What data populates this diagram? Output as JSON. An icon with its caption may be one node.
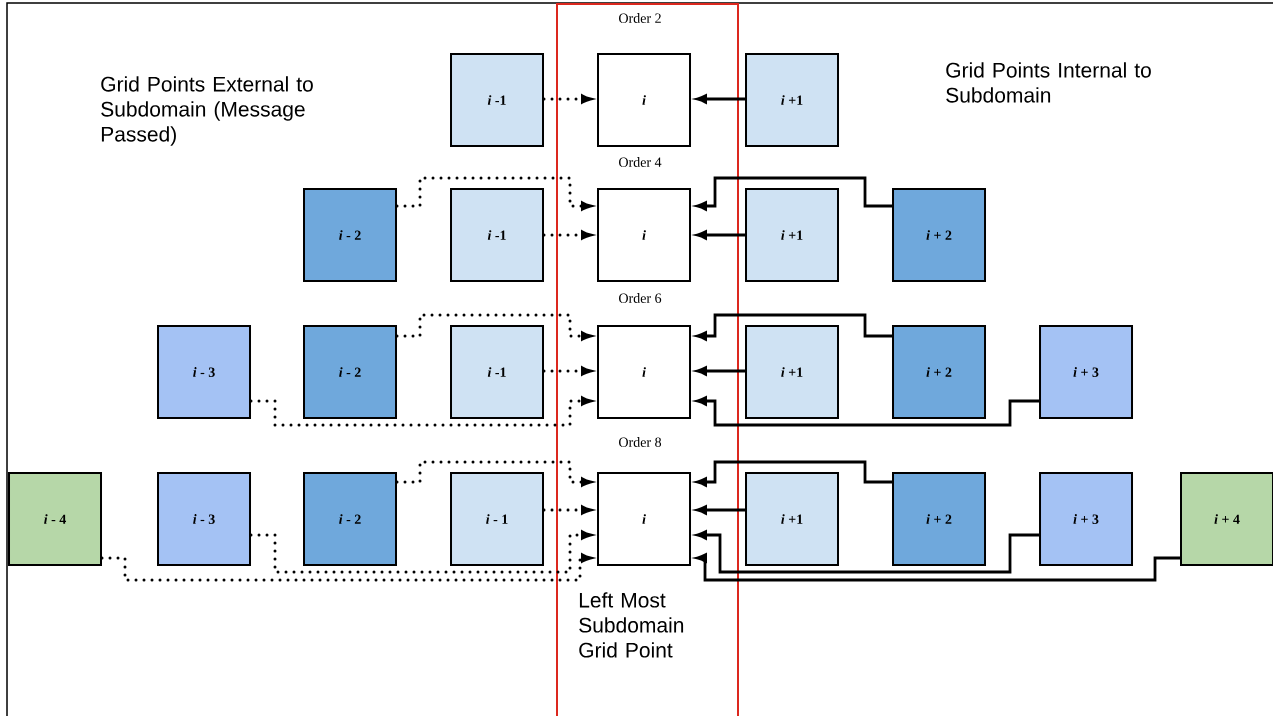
{
  "diagram": {
    "nodes": [
      {
        "text": [
          "Left Most Subdomain Grid Point"
        ]
      },
      {
        "text": [
          "*i* -1"
        ]
      },
      {
        "text": [
          "*i*"
        ],
        "in": 0
      },
      {
        "text": [
          "*i* +1"
        ]
      },
      {
        "text": [
          "*i* - 2"
        ]
      },
      {
        "text": [
          "*i* -1"
        ]
      },
      {
        "text": [
          "*i*"
        ],
        "in": 0
      },
      {
        "text": [
          "*i* +1"
        ]
      },
      {
        "text": [
          "*i* + 2"
        ]
      },
      {
        "text": [
          "*i* - 3"
        ]
      },
      {
        "text": [
          "*i* - 2"
        ]
      },
      {
        "text": [
          "*i* -1"
        ]
      },
      {
        "text": [
          "*i*"
        ],
        "in": 0
      },
      {
        "text": [
          "*i* +1"
        ]
      },
      {
        "text": [
          "*i* + 2"
        ]
      },
      {
        "text": [
          "*i* + 3"
        ]
      },
      {
        "text": [
          "*i* - 4"
        ]
      },
      {
        "text": [
          "*i* - 3"
        ]
      },
      {
        "text": [
          "*i* - 2"
        ]
      },
      {
        "text": [
          "*i* - 1"
        ]
      },
      {
        "text": [
          "*i*"
        ],
        "in": 0
      },
      {
        "text": [
          "*i* +1"
        ]
      },
      {
        "text": [
          "*i* + 2"
        ]
      },
      {
        "text": [
          "*i* + 3"
        ]
      },
      {
        "text": [
          "*i* + 4"
        ]
      }
    ],
    "edges": [
      {
        "from": 1,
        "to": 2,
        "arrow": "to",
        "style": "dashed"
      },
      {
        "from": 3,
        "to": 2,
        "arrow": "to"
      },
      {
        "from": 4,
        "to": 6,
        "arrow": "to",
        "style": "dashed"
      },
      {
        "from": 5,
        "to": 6,
        "arrow": "to",
        "style": "dashed"
      },
      {
        "from": 8,
        "to": 6,
        "arrow": "to"
      },
      {
        "from": 7,
        "to": 6,
        "arrow": "to"
      },
      {
        "from": 10,
        "to": 12,
        "arrow": "to",
        "style": "dashed"
      },
      {
        "from": 11,
        "to": 12,
        "arrow": "to",
        "style": "dashed"
      },
      {
        "from": 9,
        "to": 12,
        "arrow": "to",
        "style": "dashed"
      },
      {
        "from": 14,
        "to": 12,
        "arrow": "to"
      },
      {
        "from": 13,
        "to": 12,
        "arrow": "to"
      },
      {
        "from": 15,
        "to": 12,
        "arrow": "to"
      },
      {
        "from": 18,
        "to": 20,
        "arrow": "to",
        "style": "dashed"
      },
      {
        "from": 19,
        "to": 20,
        "arrow": "to",
        "style": "dashed"
      },
      {
        "from": 17,
        "to": 20,
        "arrow": "to",
        "style": "dashed"
      },
      {
        "from": 16,
        "to": 20,
        "arrow": "to",
        "style": "dashed"
      },
      {
        "from": 22,
        "to": 20,
        "arrow": "to"
      },
      {
        "from": 21,
        "to": 20,
        "arrow": "to"
      },
      {
        "from": 23,
        "to": 20,
        "arrow": "to"
      },
      {
        "from": 24,
        "to": 20,
        "arrow": "to"
      }
    ],
    "labels": [
      "Order 2",
      "Grid Points External to Subdomain (Message Passed)",
      "Grid Points Internal to Subdomain",
      "Order 4",
      "Order 6",
      "Order 8"
    ]
  }
}
